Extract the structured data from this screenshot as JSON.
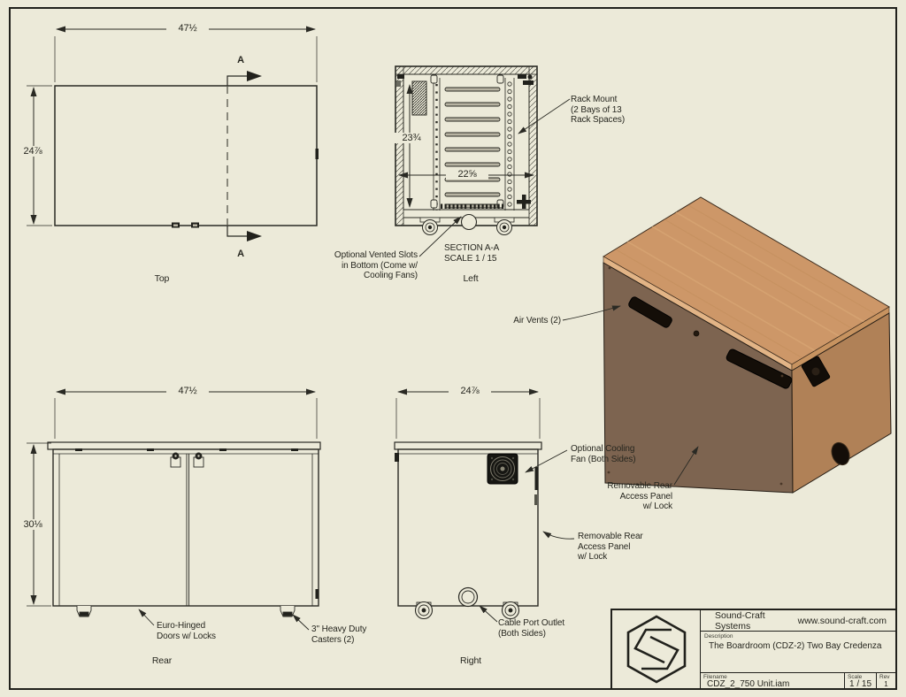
{
  "sheet": {
    "background_color": "#ecead9",
    "line_color": "#2a2a24"
  },
  "views": {
    "top": {
      "label": "Top",
      "width_dim": "47½",
      "depth_dim": "24⅞",
      "section_letter": "A"
    },
    "left_section": {
      "label": "Left",
      "section_title": "SECTION A-A",
      "section_scale": "SCALE 1 / 15",
      "height_dim": "23¾",
      "inner_width_dim": "22⅝"
    },
    "rear": {
      "label": "Rear",
      "width_dim": "47½",
      "height_dim": "30⅛"
    },
    "right": {
      "label": "Right",
      "depth_dim": "24⅞"
    }
  },
  "annotations": {
    "rack_mount": "Rack Mount\n(2 Bays of 13\nRack Spaces)",
    "vented_slots": "Optional Vented Slots\nin Bottom (Come w/\nCooling Fans)",
    "air_vents": "Air Vents (2)",
    "cooling_fan": "Optional Cooling\nFan (Both Sides)",
    "rear_panel_iso": "Removable Rear\nAccess Panel\nw/ Lock",
    "rear_panel_right": "Removable Rear\nAccess Panel\nw/ Lock",
    "cable_port": "Cable Port Outlet\n(Both Sides)",
    "euro_doors": "Euro-Hinged\nDoors w/ Locks",
    "casters": "3\" Heavy Duty\nCasters (2)"
  },
  "iso_render": {
    "top_face_color": "#cd9768",
    "side_face_color": "#b08157",
    "rear_face_color": "#7d6450"
  },
  "title_block": {
    "company": "Sound-Craft Systems",
    "website": "www.sound-craft.com",
    "description_label": "Description",
    "description": "The Boardroom (CDZ-2) Two Bay Credenza",
    "filename_label": "Filename",
    "filename": "CDZ_2_750 Unit.iam",
    "scale_label": "Scale",
    "scale_value": "1 / 15",
    "rev_label": "Rev",
    "rev_value": "1",
    "logo": "sound-craft-hexagon-monogram"
  }
}
